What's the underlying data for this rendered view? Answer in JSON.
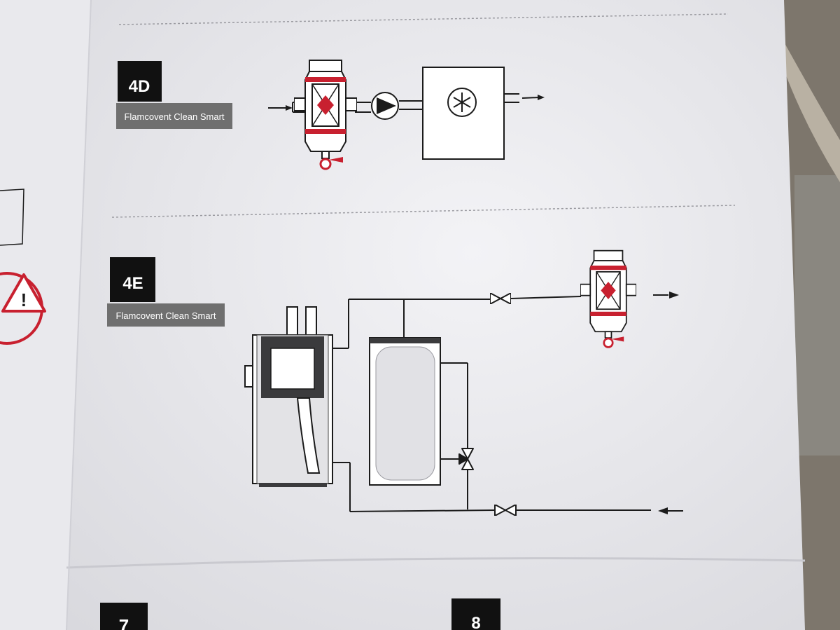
{
  "sections": [
    {
      "id": "4d",
      "code": "4D",
      "product": "Flamcovent Clean Smart"
    },
    {
      "id": "4e",
      "code": "4E",
      "product": "Flamcovent Clean Smart"
    }
  ],
  "next_sections": [
    {
      "code": "7"
    },
    {
      "code": "8"
    }
  ],
  "icons": {
    "chiller": "snowflake-icon",
    "pump": "pump-icon",
    "separator": "dirt-separator-icon",
    "warning": "warning-triangle-icon"
  },
  "colors": {
    "accent": "#c8202f",
    "ink": "#1b1b1b",
    "badge": "#111111",
    "label_bg": "#6f6f6f",
    "paper": "#f1f1f4"
  }
}
